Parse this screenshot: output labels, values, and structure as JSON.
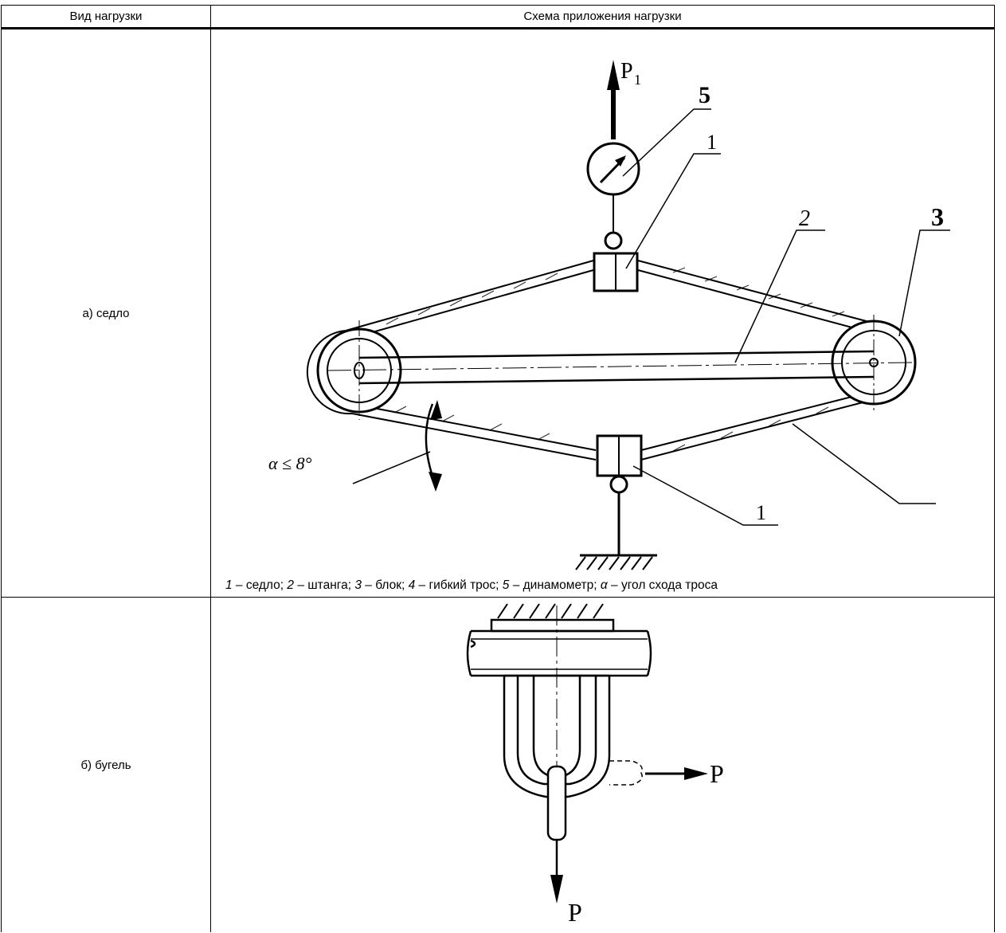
{
  "table": {
    "header": {
      "col1": "Вид нагрузки",
      "col2": "Схема приложения нагрузки"
    },
    "rows": [
      {
        "type": "а) седло",
        "callouts": {
          "force": "P",
          "force_sub": "1",
          "saddle_top": "1",
          "rod": "2",
          "block": "3",
          "dynamometer": "5",
          "saddle_bottom": "1",
          "angle": "α ≤ 8°"
        },
        "legend": [
          {
            "num": "1",
            "text": " – седло; "
          },
          {
            "num": "2",
            "text": " – штанга; "
          },
          {
            "num": "3",
            "text": " – блок; "
          },
          {
            "num": "4",
            "text": " – гибкий трос; "
          },
          {
            "num": "5",
            "text": " – динамометр; "
          },
          {
            "num": "α",
            "text": " – угол схода троса"
          }
        ]
      },
      {
        "type": "б) бугель",
        "callouts": {
          "force_horizontal": "P",
          "force_vertical": "P"
        }
      }
    ]
  }
}
